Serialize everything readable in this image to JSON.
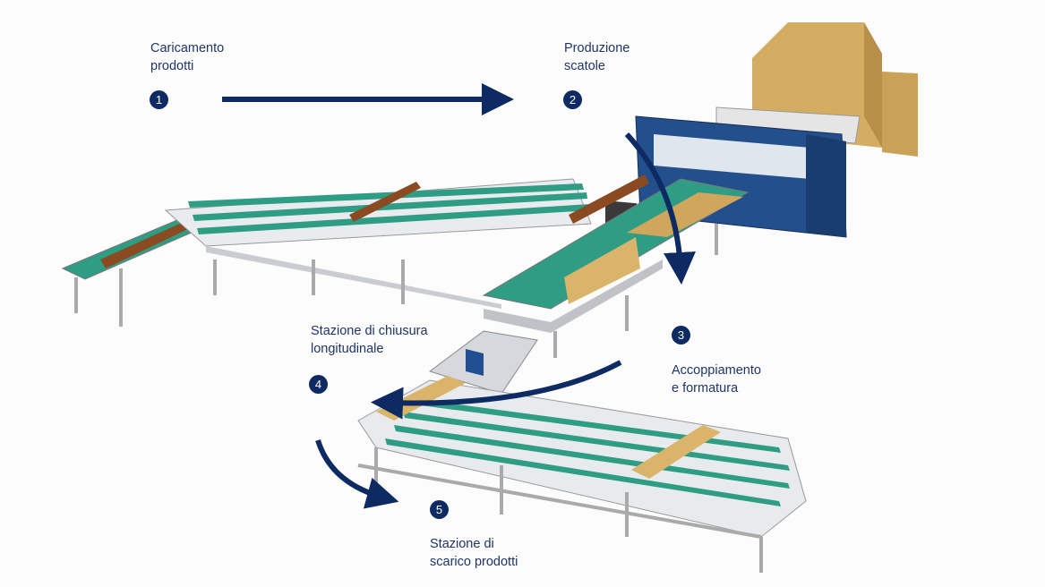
{
  "colors": {
    "accent": "#0d2a62",
    "belt": "#2f9c84",
    "wood": "#8a4a22",
    "cardboard": "#d9b46a",
    "machine_blue": "#1f4f8f"
  },
  "steps": [
    {
      "number": "1",
      "label_line1": "Caricamento",
      "label_line2": "prodotti"
    },
    {
      "number": "2",
      "label_line1": "Produzione",
      "label_line2": "scatole"
    },
    {
      "number": "3",
      "label_line1": "Accoppiamento",
      "label_line2": "e formatura"
    },
    {
      "number": "4",
      "label_line1": "Stazione di chiusura",
      "label_line2": "longitudinale"
    },
    {
      "number": "5",
      "label_line1": "Stazione di",
      "label_line2": "scarico prodotti"
    }
  ]
}
